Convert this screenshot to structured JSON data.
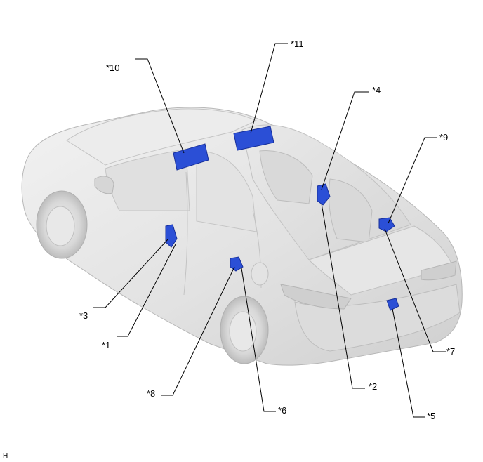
{
  "figure": {
    "corner_mark": "H",
    "callouts": [
      {
        "id": "c1",
        "label": "*1"
      },
      {
        "id": "c2",
        "label": "*2"
      },
      {
        "id": "c3",
        "label": "*3"
      },
      {
        "id": "c4",
        "label": "*4"
      },
      {
        "id": "c5",
        "label": "*5"
      },
      {
        "id": "c6",
        "label": "*6"
      },
      {
        "id": "c7",
        "label": "*7"
      },
      {
        "id": "c8",
        "label": "*8"
      },
      {
        "id": "c9",
        "label": "*9"
      },
      {
        "id": "c10",
        "label": "*10"
      },
      {
        "id": "c11",
        "label": "*11"
      }
    ],
    "colors": {
      "car_body": "#e4e4e4",
      "car_shadow": "#c8c8c8",
      "car_outline": "#b0b0b0",
      "component": "#2b4fd6",
      "component_dark": "#18309a"
    }
  }
}
